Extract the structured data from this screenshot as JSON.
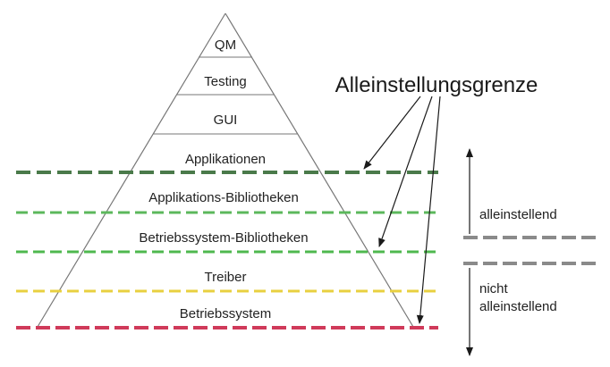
{
  "pyramid": {
    "layers": [
      "QM",
      "Testing",
      "GUI",
      "Applikationen",
      "Applikations-Bibliotheken",
      "Betriebssystem-Bibliotheken",
      "Treiber",
      "Betriebssystem"
    ]
  },
  "boundaries": {
    "colors": [
      "#4a7a4a",
      "#5cb85c",
      "#4fb84f",
      "#e8d040",
      "#d03a5a"
    ],
    "side_line_color": "#8a8a8a"
  },
  "callout": {
    "label": "Alleinstellungsgrenze"
  },
  "side": {
    "upper_label": "alleinstellend",
    "lower_label_line1": "nicht",
    "lower_label_line2": "alleinstellend"
  }
}
